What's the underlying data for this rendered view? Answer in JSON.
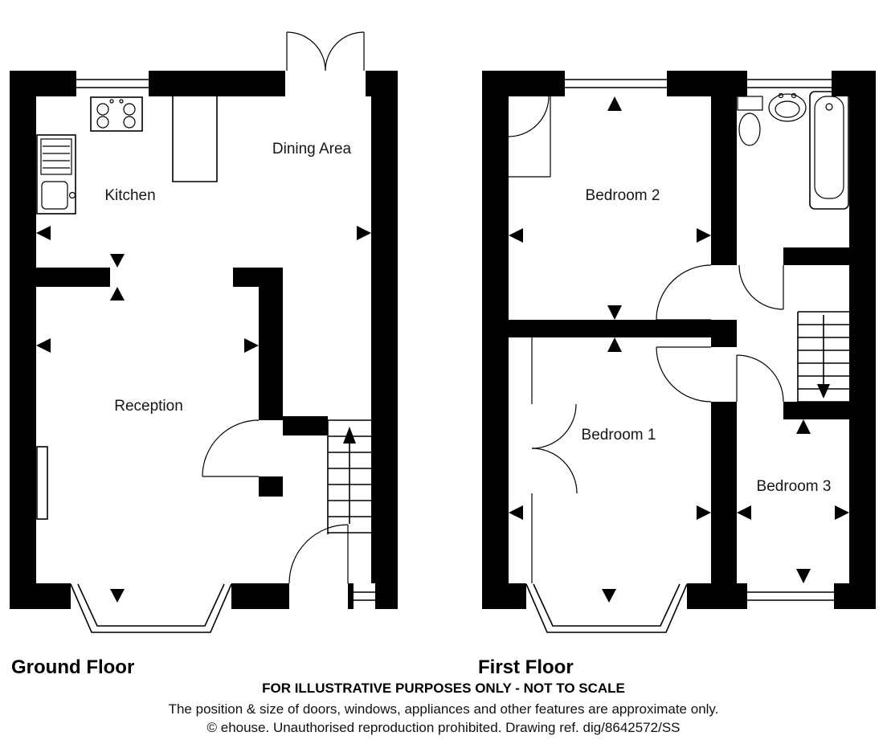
{
  "ground_floor": {
    "label": "Ground Floor",
    "rooms": [
      {
        "id": "kitchen",
        "label": "Kitchen"
      },
      {
        "id": "dining-area",
        "label": "Dining Area"
      },
      {
        "id": "reception",
        "label": "Reception"
      }
    ],
    "features": [
      "hob",
      "sink-drainer",
      "worktop",
      "french-doors",
      "front-door",
      "bay-window",
      "stairs-up",
      "radiator",
      "windows"
    ]
  },
  "first_floor": {
    "label": "First Floor",
    "rooms": [
      {
        "id": "bedroom-2",
        "label": "Bedroom 2"
      },
      {
        "id": "bedroom-1",
        "label": "Bedroom 1"
      },
      {
        "id": "bedroom-3",
        "label": "Bedroom 3"
      }
    ],
    "features": [
      "toilet",
      "wash-basin",
      "bathtub",
      "stairs-down",
      "bay-window",
      "wardrobe",
      "cupboard",
      "windows"
    ]
  },
  "footer": {
    "line1": "FOR ILLUSTRATIVE PURPOSES ONLY - NOT TO SCALE",
    "line2": "The position & size of doors, windows, appliances and other features are approximate only.",
    "line3": "© ehouse. Unauthorised reproduction prohibited. Drawing ref. dig/8642572/SS"
  },
  "colors": {
    "wall": "#000000",
    "background": "#ffffff",
    "text": "#161616"
  }
}
